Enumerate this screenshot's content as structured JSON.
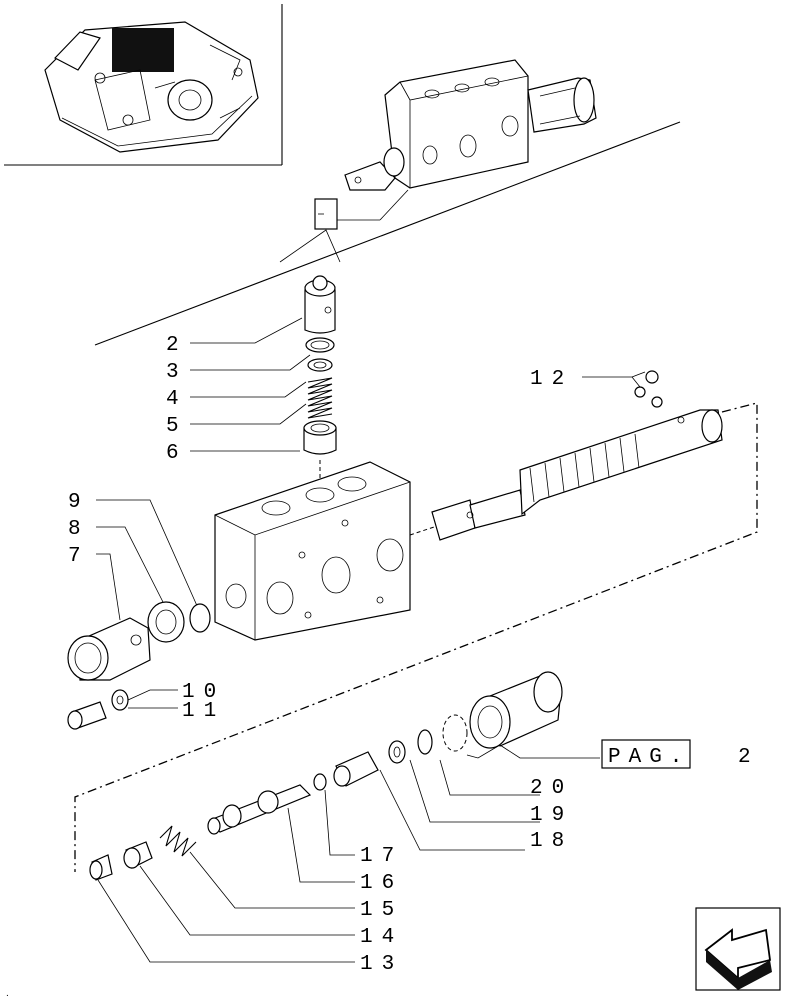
{
  "callouts": [
    "2",
    "3",
    "4",
    "5",
    "6",
    "7",
    "8",
    "9",
    "10",
    "11",
    "12",
    "13",
    "14",
    "15",
    "16",
    "17",
    "18",
    "19",
    "20"
  ],
  "pag_label": "PAG.",
  "pag_number": "2",
  "icons": {
    "overview": "tractor-hydraulic-lift-icon",
    "reference_box": "reference-box-icon",
    "navigation": "previous-page-arrow-icon"
  }
}
